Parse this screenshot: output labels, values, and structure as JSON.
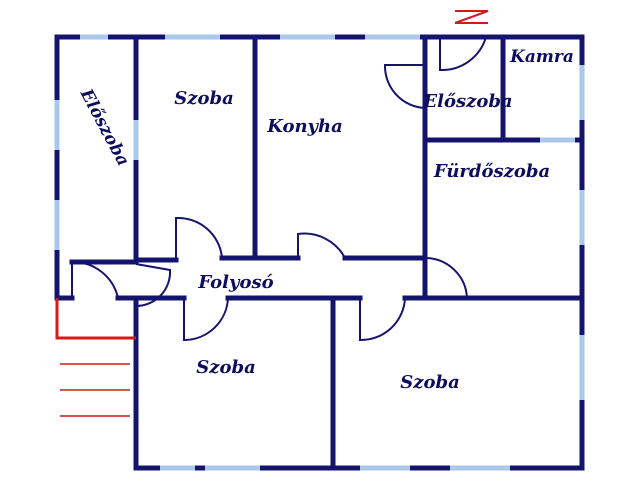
{
  "plan": {
    "rooms": {
      "eloszoba_left": "Előszoba",
      "szoba_top": "Szoba",
      "konyha": "Konyha",
      "eloszoba_right": "Előszoba",
      "kamra": "Kamra",
      "furdoszoba": "Fürdőszoba",
      "folyoso": "Folyosó",
      "szoba_bottom_left": "Szoba",
      "szoba_bottom_right": "Szoba"
    },
    "colors": {
      "wall": "#14146e",
      "window": "#a9c8ea",
      "door": "#14146e",
      "compass": "#d11a1a",
      "entrance": "#d11a1a",
      "stairs": "#d11a1a",
      "background": "#ffffff"
    }
  }
}
